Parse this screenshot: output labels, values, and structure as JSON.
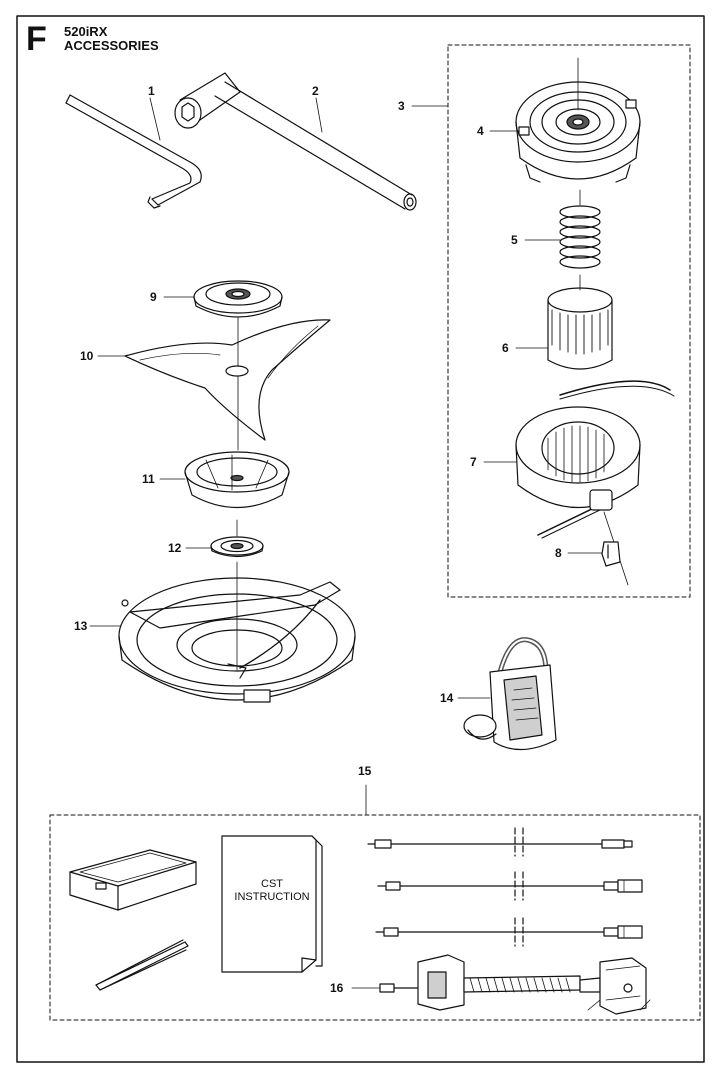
{
  "header": {
    "section_letter": "F",
    "model": "520iRX",
    "title": "ACCESSORIES"
  },
  "callouts": [
    "1",
    "2",
    "3",
    "4",
    "5",
    "6",
    "7",
    "8",
    "9",
    "10",
    "11",
    "12",
    "13",
    "14",
    "15",
    "16"
  ],
  "booklet": {
    "line1": "CST",
    "line2": "INSTRUCTION"
  },
  "colors": {
    "ink": "#111111",
    "paper": "#ffffff",
    "gray": "#cfcfcf",
    "dark_gray": "#555555"
  }
}
